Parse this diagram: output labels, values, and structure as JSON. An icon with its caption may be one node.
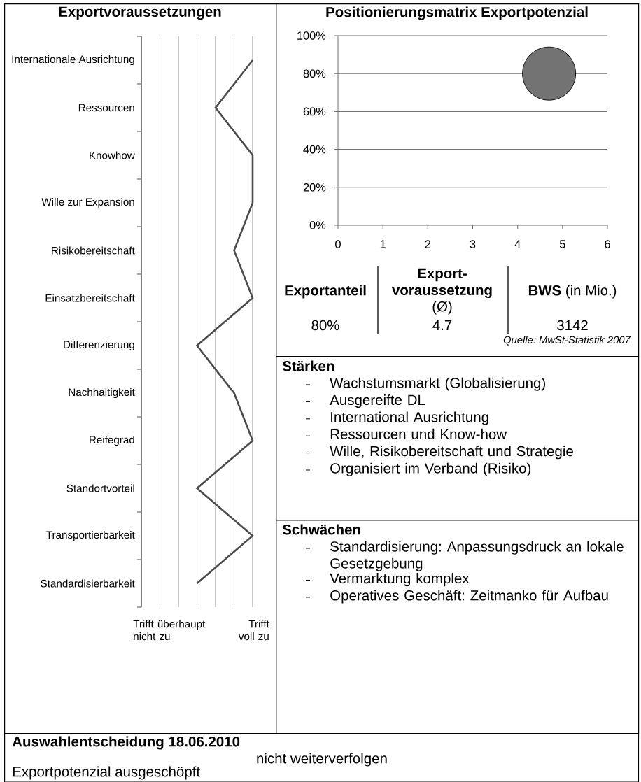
{
  "diagram": {
    "nodes": [
      {
        "text": [
          "Exportvoraussetzungen"
        ]
      },
      {
        "text": [
          "Positionierungsmatrix Exportpotenzial"
        ]
      },
      {
        "text": [
          "Stärken",
          "Wachstumsmarkt (Globalisierung)",
          "Ausgereifte DL",
          "International Ausrichtung",
          "Ressourcen und Know-how",
          "Wille, Risikobereitschaft und Strategie",
          "Organisiert im Verband (Risiko)"
        ]
      },
      {
        "text": [
          "Schwächen",
          "Standardisierung: Anpassungsdruck an lokale Gesetzgebung",
          "Vermarktung komplex",
          "Operatives Geschäft: Zeitmanko für Aufbau"
        ]
      },
      {
        "text": [
          "Auswahlentscheidung 18.06.2010",
          "nicht weiterverfolgen",
          "Exportpotenzial ausgeschöpft"
        ]
      }
    ],
    "labels": [
      "Internationale Ausrichtung",
      "Ressourcen",
      "Knowhow",
      "Wille zur Expansion",
      "Risikobereitschaft",
      "Einsatzbereitschaft",
      "Differenzierung",
      "Nachhaltigkeit",
      "Reifegrad",
      "Standortvorteil",
      "Transportierbarkeit",
      "Standardisierbarkeit",
      "Trifft überhaupt nicht zu",
      "Trifft voll zu",
      "Exportanteil",
      "Export- voraussetzung",
      "**BWS** (in Mio.)",
      "(Ø)",
      "80%",
      "4.7",
      "3142",
      "Quelle: MwSt-Statistik 2007"
    ],
    "chart_data": {
      "type": "scatter",
      "x": [
        4.7
      ],
      "series": [
        {
          "color": "#737373",
          "values": [
            80
          ]
        }
      ],
      "xlim": [
        0,
        6
      ],
      "ylim": [
        0,
        100
      ],
      "grid": true,
      "xticks": [
        0,
        1,
        2,
        3,
        4,
        5,
        6
      ],
      "yticks": [
        {
          "value": 0,
          "label": "0%"
        },
        {
          "value": 20,
          "label": "20%"
        },
        {
          "value": 40,
          "label": "40%"
        },
        {
          "value": 60,
          "label": "60%"
        },
        {
          "value": 80,
          "label": "80%"
        },
        {
          "value": 100,
          "label": "100%"
        }
      ]
    }
  }
}
